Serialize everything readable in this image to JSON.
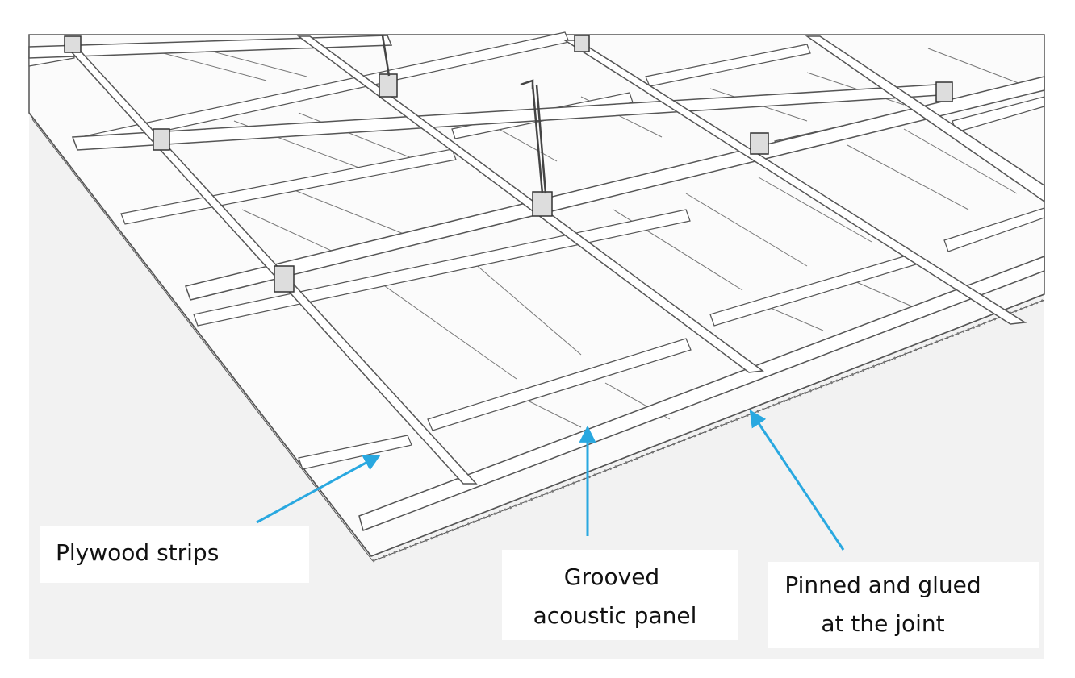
{
  "labels": {
    "plywood": "Plywood strips",
    "grooved_line1": "Grooved",
    "grooved_line2": "acoustic panel",
    "pinned_line1": "Pinned and glued",
    "pinned_line2": "at the joint"
  },
  "colors": {
    "background": "#f2f2f2",
    "panel": "#fbfbfb",
    "line": "#555555",
    "arrow": "#29a8e0"
  }
}
